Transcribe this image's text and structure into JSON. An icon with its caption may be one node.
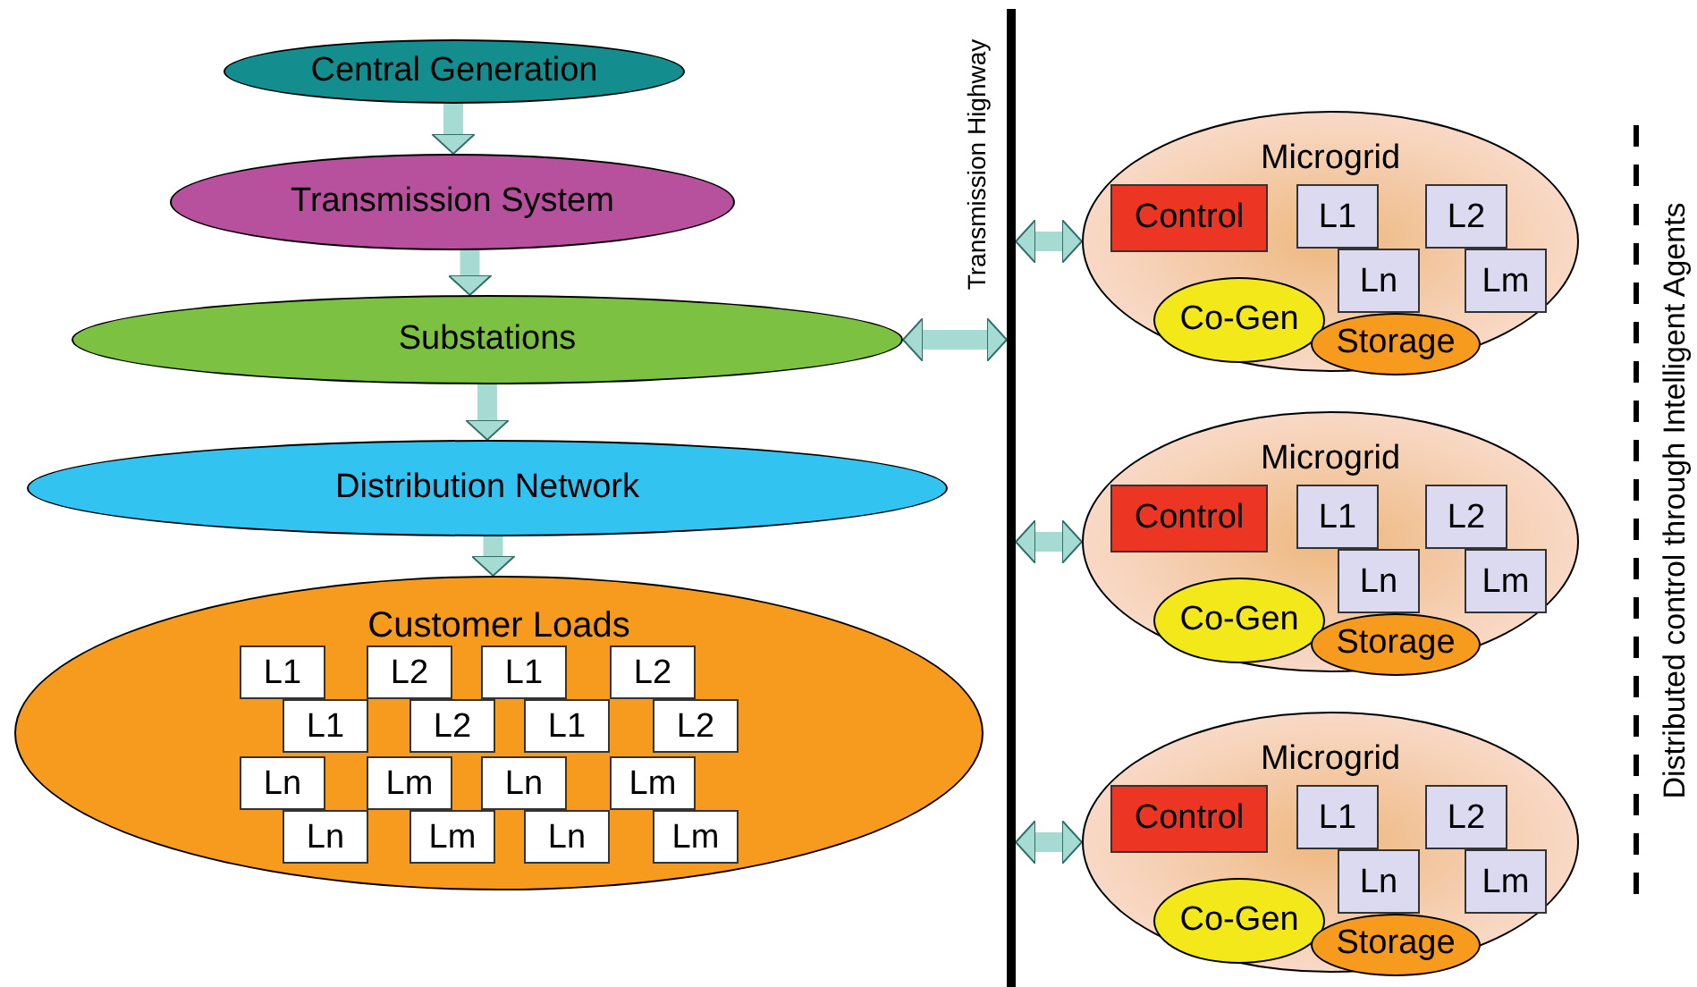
{
  "diagram": {
    "nodes": [
      {
        "text": [
          "Central Generation"
        ]
      },
      {
        "text": [
          "Transmission System"
        ]
      },
      {
        "text": [
          "Substations"
        ]
      },
      {
        "text": [
          "Distribution Network"
        ]
      },
      {
        "text": [
          "Customer Loads"
        ]
      },
      {
        "text": [
          "L1"
        ],
        "in": 4
      },
      {
        "text": [
          "L2"
        ],
        "in": 4
      },
      {
        "text": [
          "L1"
        ],
        "in": 4
      },
      {
        "text": [
          "L2"
        ],
        "in": 4
      },
      {
        "text": [
          "L1"
        ],
        "in": 4
      },
      {
        "text": [
          "L2"
        ],
        "in": 4
      },
      {
        "text": [
          "L1"
        ],
        "in": 4
      },
      {
        "text": [
          "L2"
        ],
        "in": 4
      },
      {
        "text": [
          "Ln"
        ],
        "in": 4
      },
      {
        "text": [
          "Lm"
        ],
        "in": 4
      },
      {
        "text": [
          "Ln"
        ],
        "in": 4
      },
      {
        "text": [
          "Lm"
        ],
        "in": 4
      },
      {
        "text": [
          "Ln"
        ],
        "in": 4
      },
      {
        "text": [
          "Lm"
        ],
        "in": 4
      },
      {
        "text": [
          "Ln"
        ],
        "in": 4
      },
      {
        "text": [
          "Lm"
        ],
        "in": 4
      },
      {
        "text": [],
        "shape": "bar",
        "beside": [
          "Transmission Highway"
        ]
      },
      {
        "text": [
          "Microgrid"
        ]
      },
      {
        "text": [
          "Control"
        ],
        "in": 22
      },
      {
        "text": [
          "L1"
        ],
        "in": 22
      },
      {
        "text": [
          "L2"
        ],
        "in": 22
      },
      {
        "text": [
          "Ln"
        ],
        "in": 22
      },
      {
        "text": [
          "Lm"
        ],
        "in": 22
      },
      {
        "text": [
          "Co-Gen"
        ],
        "in": 22
      },
      {
        "text": [
          "Storage"
        ],
        "in": 22
      },
      {
        "text": [
          "Microgrid"
        ]
      },
      {
        "text": [
          "Control"
        ],
        "in": 30
      },
      {
        "text": [
          "L1"
        ],
        "in": 30
      },
      {
        "text": [
          "L2"
        ],
        "in": 30
      },
      {
        "text": [
          "Ln"
        ],
        "in": 30
      },
      {
        "text": [
          "Lm"
        ],
        "in": 30
      },
      {
        "text": [
          "Co-Gen"
        ],
        "in": 30
      },
      {
        "text": [
          "Storage"
        ],
        "in": 30
      },
      {
        "text": [
          "Microgrid"
        ]
      },
      {
        "text": [
          "Control"
        ],
        "in": 38
      },
      {
        "text": [
          "L1"
        ],
        "in": 38
      },
      {
        "text": [
          "L2"
        ],
        "in": 38
      },
      {
        "text": [
          "Ln"
        ],
        "in": 38
      },
      {
        "text": [
          "Lm"
        ],
        "in": 38
      },
      {
        "text": [
          "Co-Gen"
        ],
        "in": 38
      },
      {
        "text": [
          "Storage"
        ],
        "in": 38
      }
    ],
    "edges": [
      {
        "from": 0,
        "to": 1,
        "arrow": "to"
      },
      {
        "from": 1,
        "to": 2,
        "arrow": "to"
      },
      {
        "from": 2,
        "to": 3,
        "arrow": "to"
      },
      {
        "from": 3,
        "to": 4,
        "arrow": "to"
      },
      {
        "from": 2,
        "to": 21,
        "arrow": "both"
      },
      {
        "from": 21,
        "to": 22,
        "arrow": "both"
      },
      {
        "from": 21,
        "to": 30,
        "arrow": "both"
      },
      {
        "from": 21,
        "to": 38,
        "arrow": "both"
      }
    ],
    "labels": [
      "Distributed control through Intelligent Agents"
    ]
  }
}
